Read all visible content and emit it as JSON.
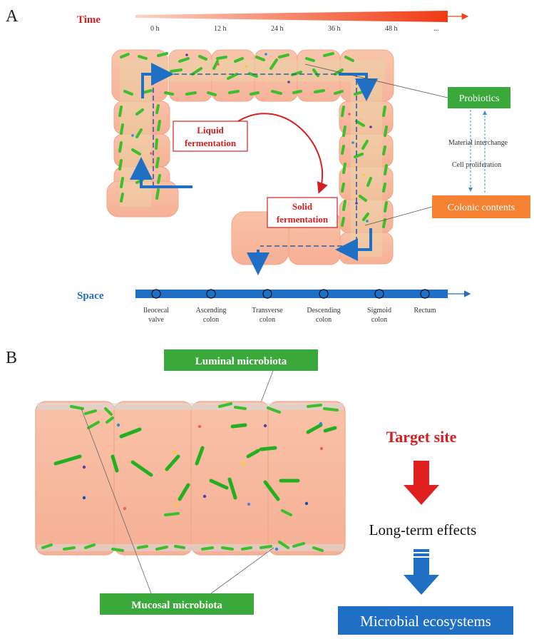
{
  "panel_a": {
    "letter": "A",
    "time": {
      "label": "Time",
      "ticks": [
        "0 h",
        "12 h",
        "24 h",
        "36 h",
        "48 h",
        "..."
      ]
    },
    "space": {
      "label": "Space",
      "ticks": [
        [
          "Ileocecal",
          "valve"
        ],
        [
          "Ascending",
          "colon"
        ],
        [
          "Transverse",
          "colon"
        ],
        [
          "Descending",
          "colon"
        ],
        [
          "Sigmoid",
          "colon"
        ],
        [
          "Rectum"
        ]
      ]
    },
    "liquid_fermentation": [
      "Liquid",
      "fermentation"
    ],
    "solid_fermentation": [
      "Solid",
      "fermentation"
    ],
    "probiotics": "Probiotics",
    "colonic_contents": "Colonic contents",
    "material_interchange": "Material interchange",
    "cell_proliferation": "Cell proliferation"
  },
  "panel_b": {
    "letter": "B",
    "luminal_microbiota": "Luminal microbiota",
    "mucosal_microbiota": "Mucosal microbiota",
    "target_site": "Target site",
    "long_term_effects": "Long-term effects",
    "microbial_ecosystems": "Microbial ecosystems"
  },
  "colors": {
    "tissue": "#f7b79a",
    "tissue_edge": "#f3a487",
    "bacteria": "#3bbf2a",
    "green_box": "#3aa83a",
    "orange_box": "#f58233",
    "blue_arrow": "#1f6fc4",
    "red_text": "#d42020"
  }
}
